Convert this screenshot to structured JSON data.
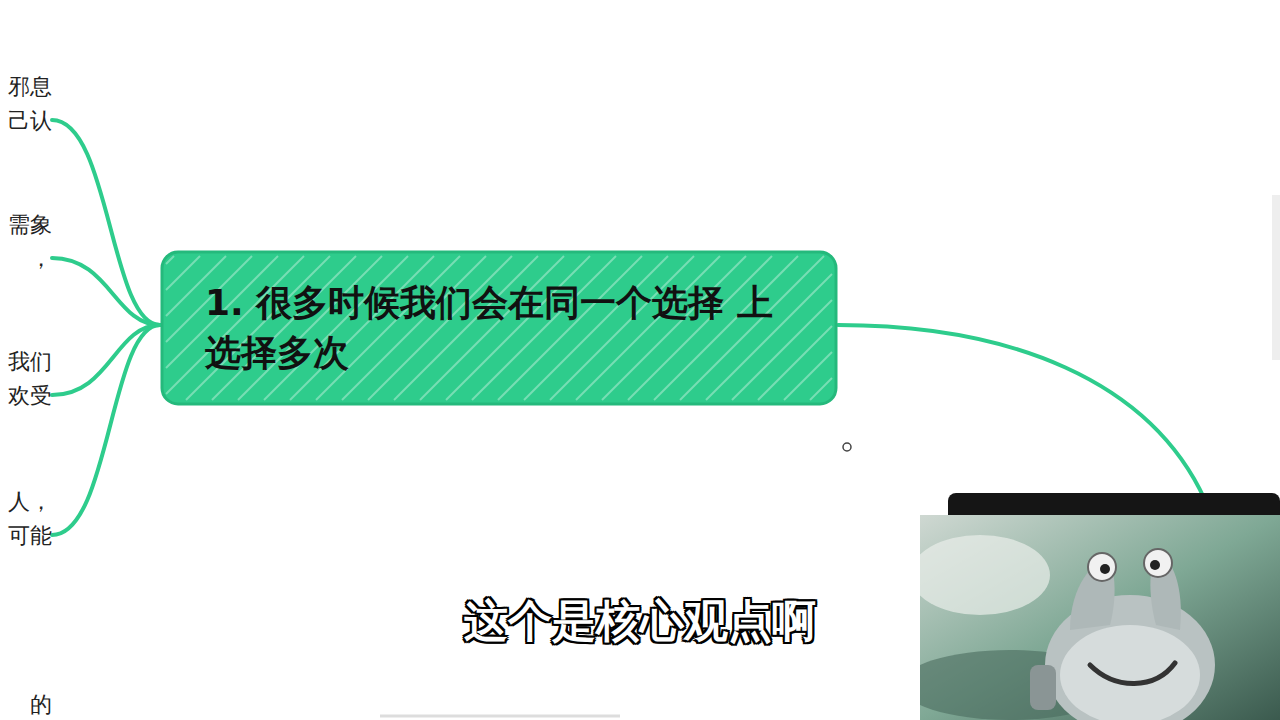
{
  "diagram": {
    "nodes": [
      {
        "text": [
          "1. 很多时候我们会在同一个选择 上选择多次"
        ]
      }
    ],
    "labels": [
      "邪息 己认",
      "需象 ，",
      "我们 欢受",
      "人， 可能",
      "的",
      "这个是核心观点啊"
    ]
  }
}
